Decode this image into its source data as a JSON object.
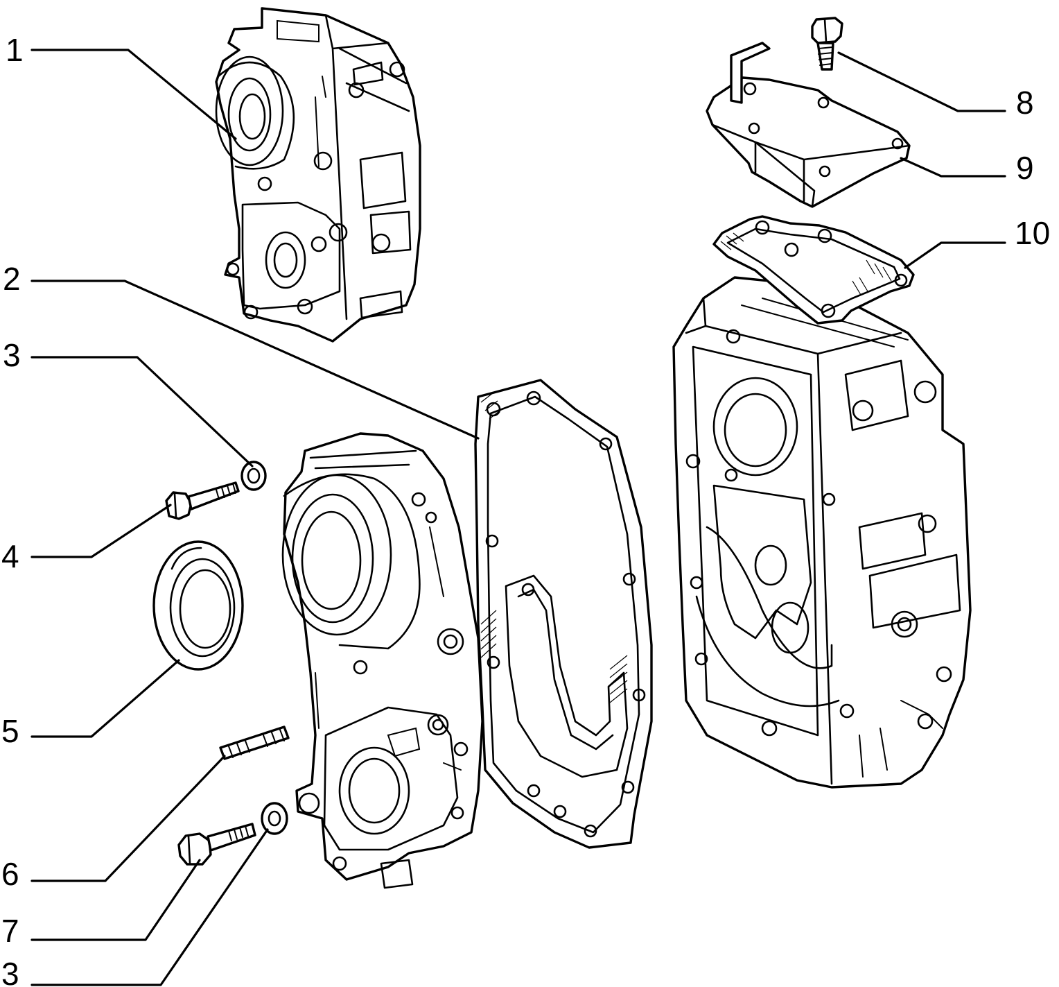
{
  "diagram": {
    "callouts": [
      {
        "id": "c1",
        "label": "1"
      },
      {
        "id": "c2",
        "label": "2"
      },
      {
        "id": "c3a",
        "label": "3"
      },
      {
        "id": "c4",
        "label": "4"
      },
      {
        "id": "c5",
        "label": "5"
      },
      {
        "id": "c6",
        "label": "6"
      },
      {
        "id": "c7",
        "label": "7"
      },
      {
        "id": "c3b",
        "label": "3"
      },
      {
        "id": "c8",
        "label": "8"
      },
      {
        "id": "c9",
        "label": "9"
      },
      {
        "id": "c10",
        "label": "10"
      }
    ]
  }
}
